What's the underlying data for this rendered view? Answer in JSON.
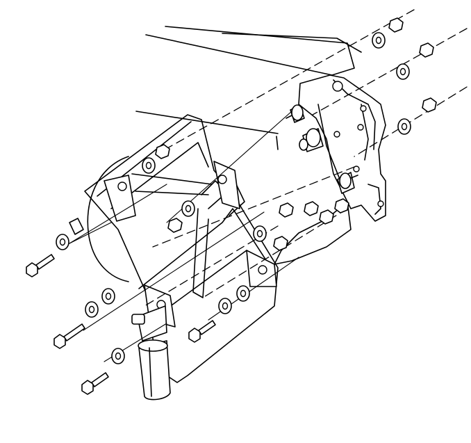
{
  "diagram": {
    "type": "exploded-assembly-line-drawing",
    "line_color": "#000000",
    "background": "#ffffff",
    "components": [
      "body-panel",
      "mounting-bracket",
      "condenser-core",
      "receiver-drier",
      "rubber-isolators",
      "bolts",
      "washers",
      "nuts",
      "centerlines"
    ]
  }
}
